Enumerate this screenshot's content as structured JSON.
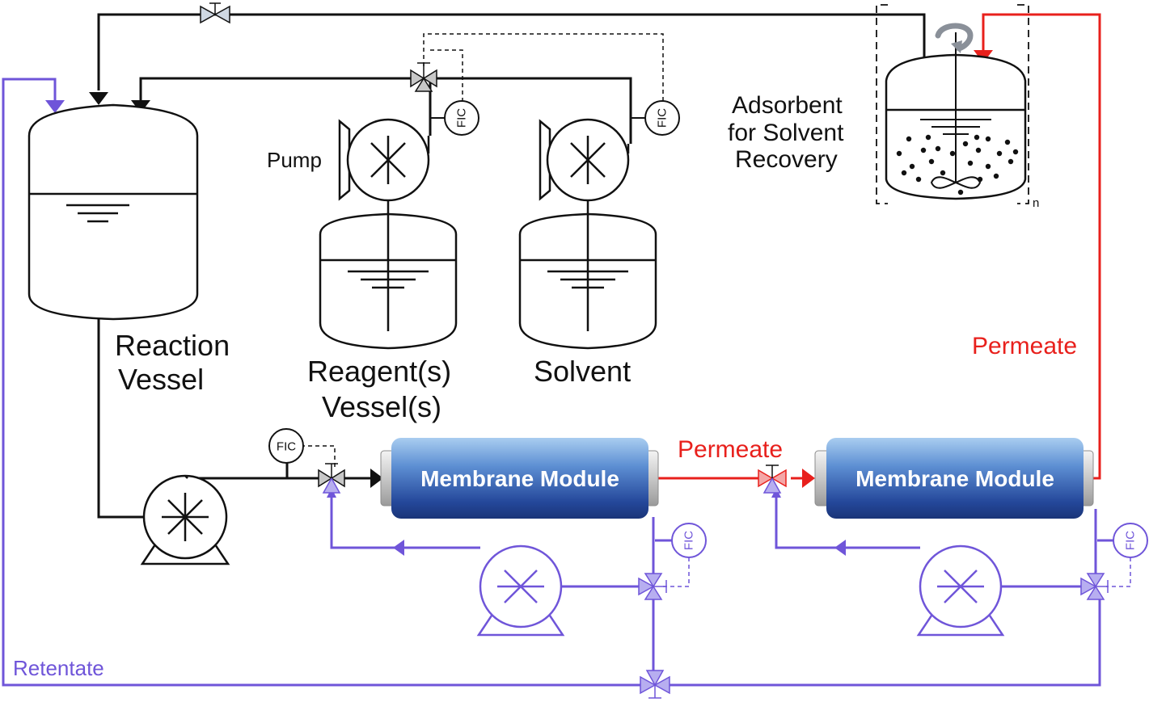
{
  "labels": {
    "reaction_vessel": [
      "Reaction",
      "Vessel"
    ],
    "reagent_vessel": [
      "Reagent(s)",
      "Vessel(s)"
    ],
    "solvent": "Solvent",
    "pump": "Pump",
    "adsorbent": [
      "Adsorbent",
      "for Solvent",
      "Recovery"
    ],
    "stage_count": "n",
    "permeate_top": "Permeate",
    "permeate_mid": "Permeate",
    "retentate": "Retentate",
    "module_1": "Membrane Module",
    "module_2": "Membrane Module",
    "fic": "FIC"
  },
  "colors": {
    "process_line": "#111111",
    "retentate_line": "#6f55d9",
    "permeate_line": "#e8201c",
    "module_top": "#9fc4ea",
    "module_bottom": "#1c3f8c",
    "recycle_arrow": "#8a9099"
  }
}
